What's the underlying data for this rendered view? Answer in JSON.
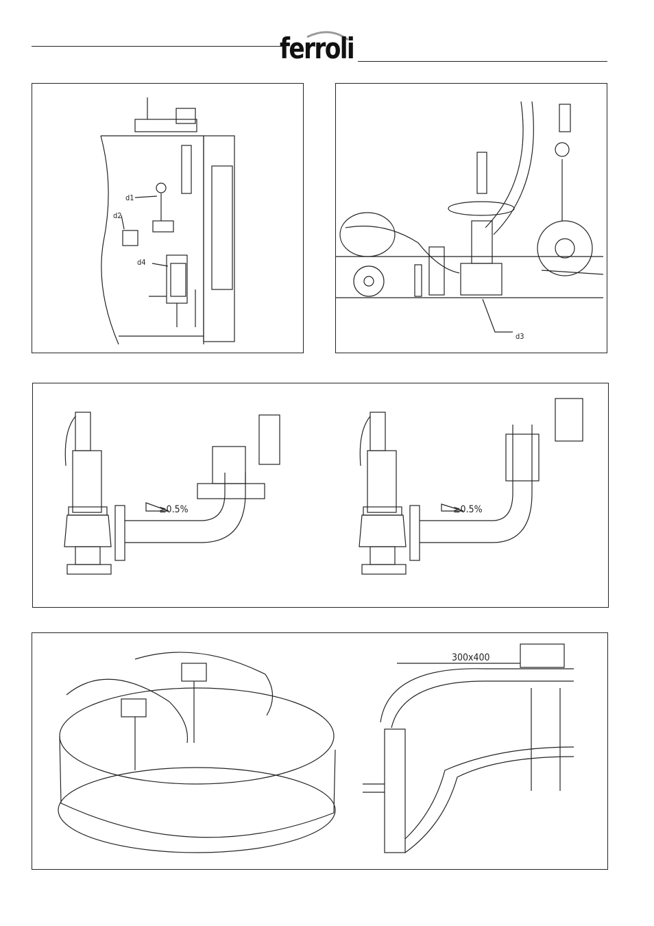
{
  "brand": {
    "name": "ferroli"
  },
  "fig1": {
    "labels": [
      "d1",
      "d2",
      "d4"
    ]
  },
  "fig2": {
    "labels": [
      "d3"
    ]
  },
  "fig3": {
    "slope_left": "≥0.5%",
    "slope_right": "≥0.5%"
  },
  "fig4": {
    "dimension": "300x400"
  }
}
